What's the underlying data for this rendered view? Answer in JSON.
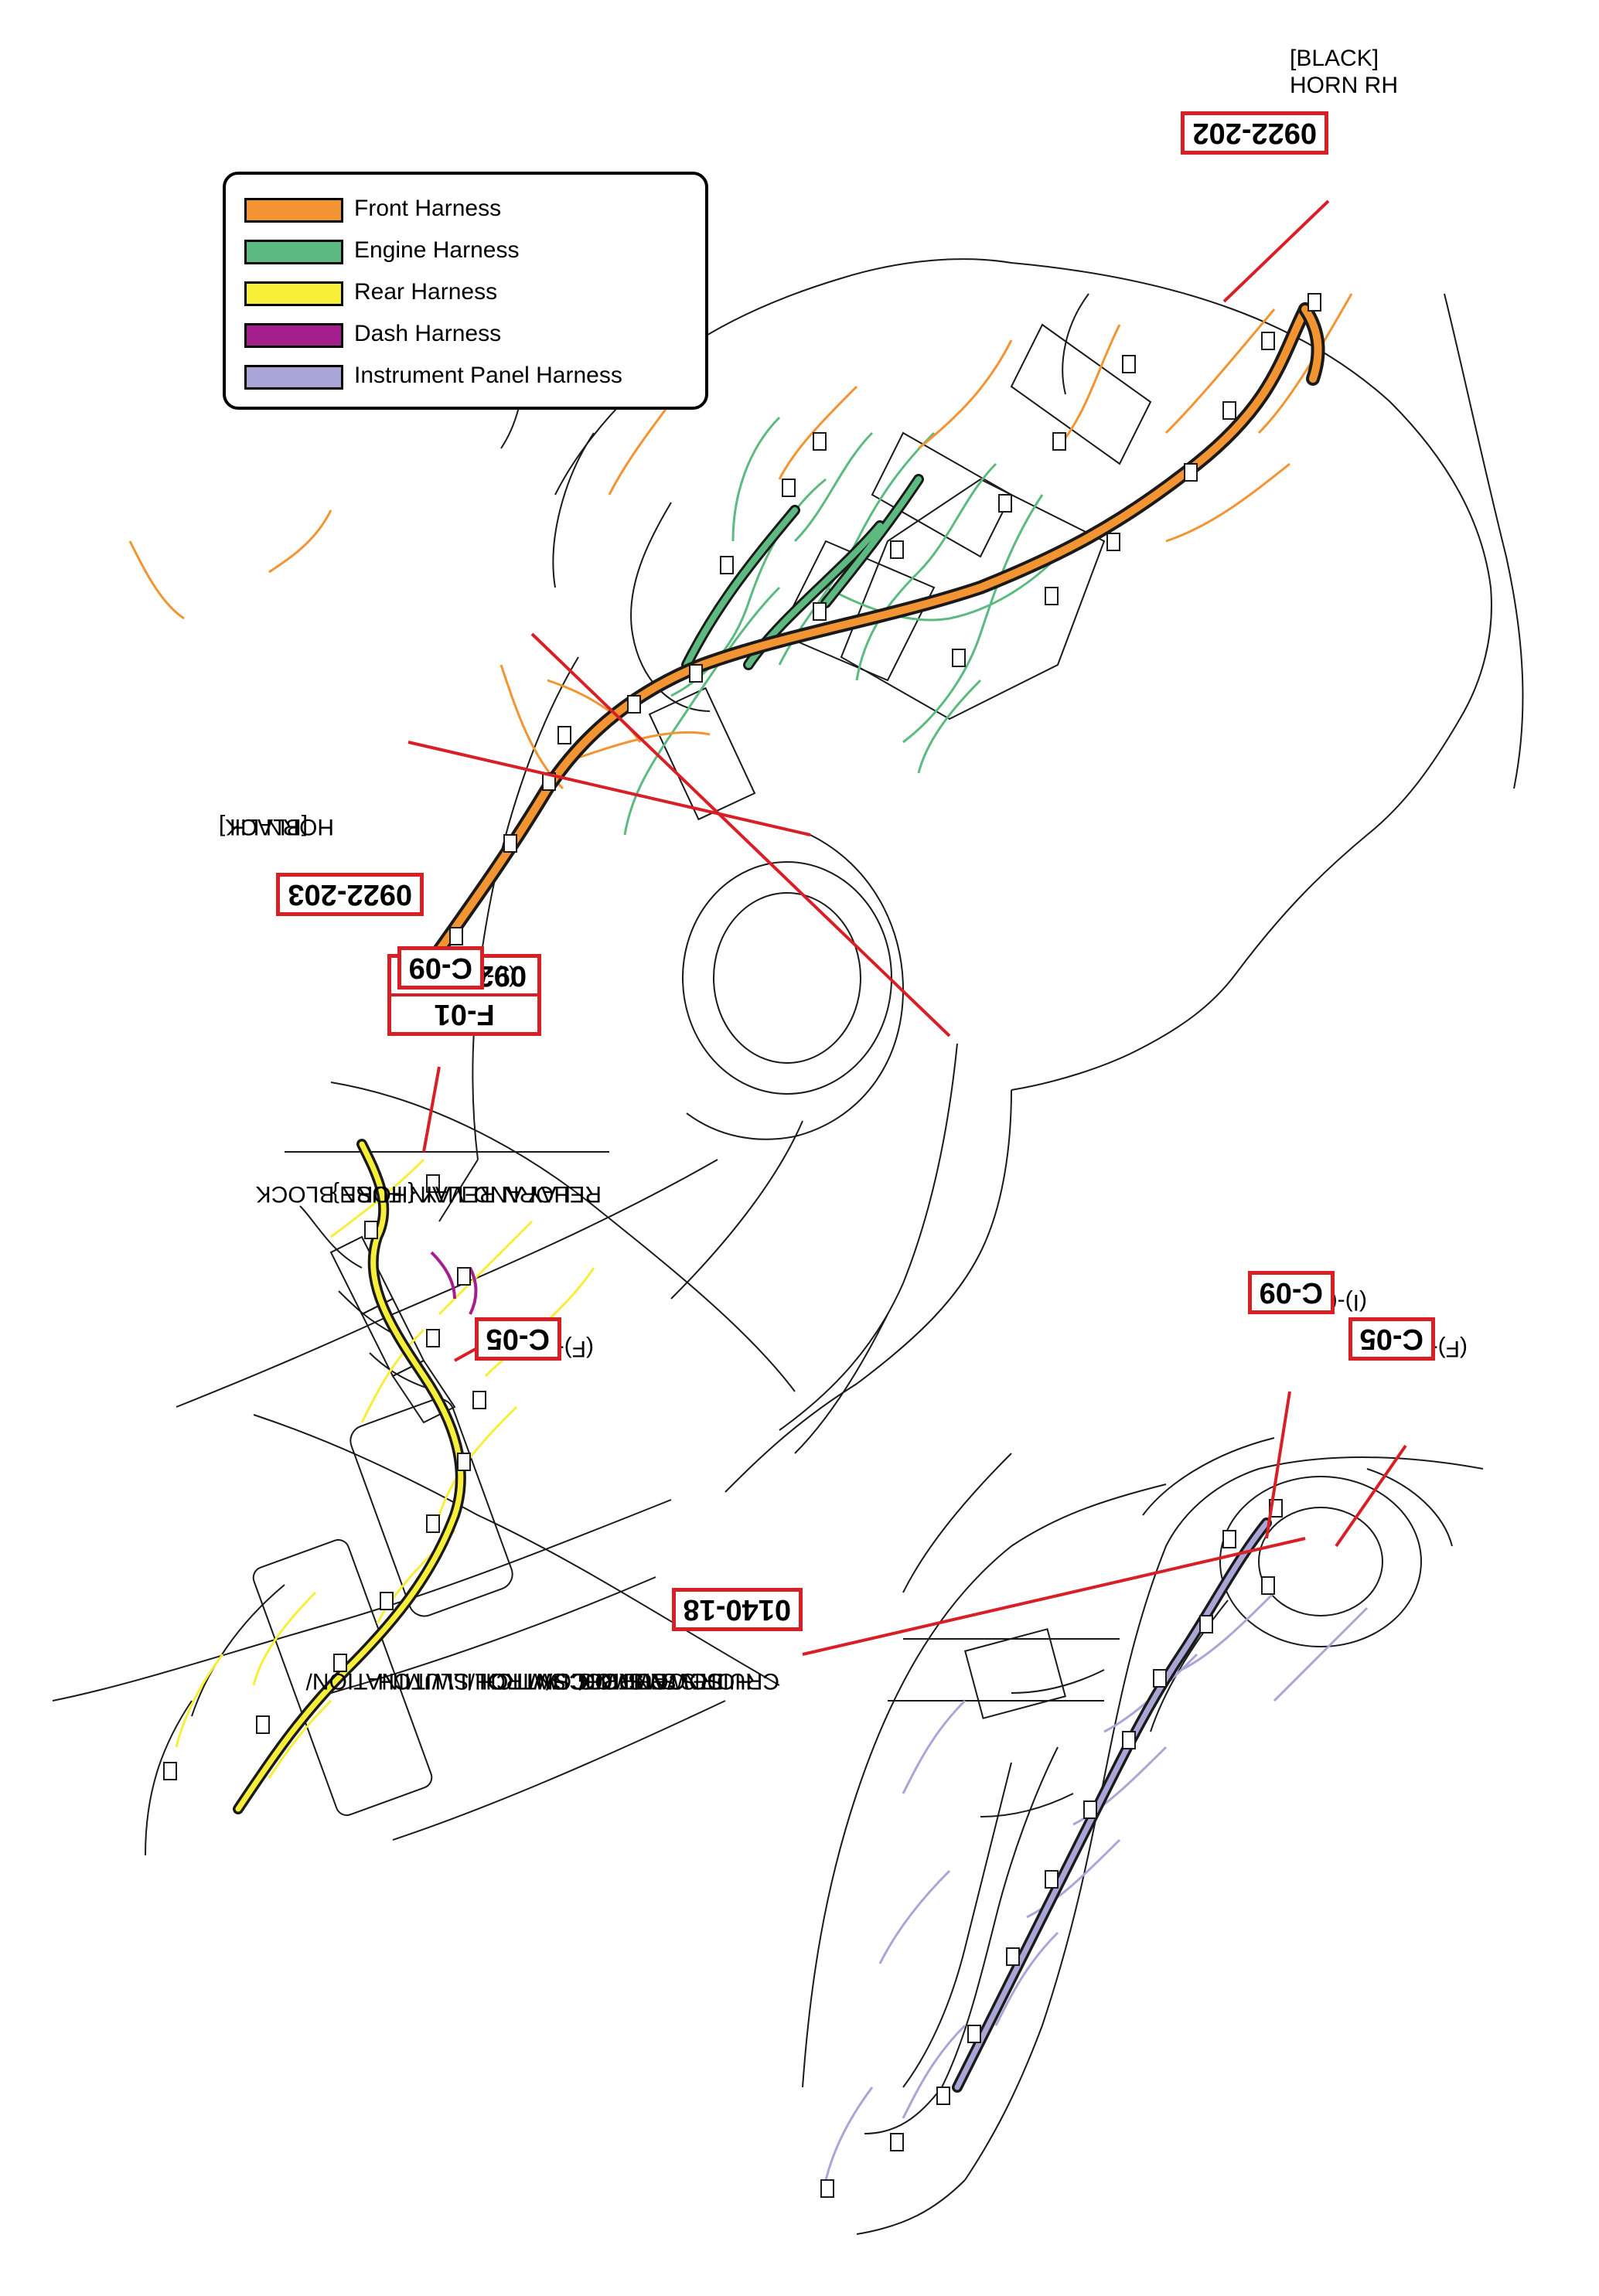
{
  "legend": {
    "items": [
      {
        "label": "Front Harness",
        "color": "#f39433"
      },
      {
        "label": "Engine Harness",
        "color": "#5cba80"
      },
      {
        "label": "Rear Harness",
        "color": "#f7ee3a"
      },
      {
        "label": "Dash Harness",
        "color": "#a51f8c"
      },
      {
        "label": "Instrument Panel Harness",
        "color": "#a9a5d6"
      }
    ]
  },
  "callouts": {
    "horn_rh": {
      "code": "0922-202",
      "name": "HORN RH",
      "color_note": "[BLACK]"
    },
    "horn_lh": {
      "code": "0922-203",
      "name": "HORN LH",
      "color_note": "[BLACK]"
    },
    "relay_block": {
      "code_top": "F-01",
      "code_bottom": "0922-201",
      "line1": "RELAY AND MAIN FUSE BLOCK",
      "line2": "HORN RELAY {HORN}"
    },
    "left_c09": {
      "code": "C-09",
      "tag": "(I)-(R)"
    },
    "left_c05": {
      "code": "C-05",
      "tag": "(F)-(I)"
    },
    "right_c05": {
      "code": "C-05",
      "tag": "(F)-(I)"
    },
    "right_c09": {
      "code": "C-09",
      "tag": "(I)-(R)"
    },
    "cruise": {
      "code": "0140-18",
      "lines": [
        "CRUISE CONTROL SWITCH/",
        "HORN SWITCH/",
        "DOWN SWITCH/",
        "STEERING SWITCH ILLUMINATION/",
        "AUDIO CONTROL SWITCH"
      ]
    }
  },
  "colors": {
    "callout_red": "#d81f26",
    "outline": "#1a1a1a"
  }
}
